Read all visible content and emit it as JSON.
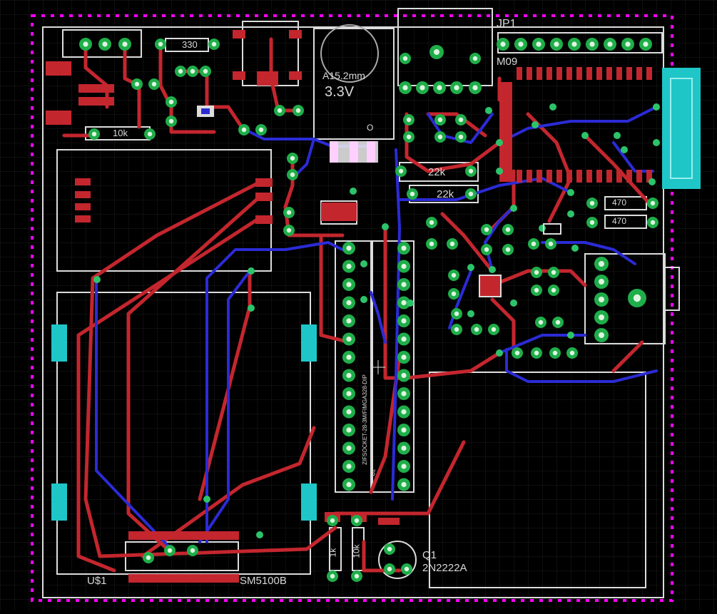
{
  "board": {
    "labels": {
      "jp1": "JP1",
      "m09": "M09",
      "a15": "A15.2mm",
      "reg_voltage": "3.3V",
      "reg_o": "O",
      "u1": "U$1",
      "sm5100b": "SM5100B",
      "q1": "Q1",
      "q1_part": "2N2222A",
      "r_330": "330",
      "r_10k_top": "10k",
      "r_22k_a": "22k",
      "r_22k_b": "22k",
      "r_470_a": "470",
      "r_470_b": "470",
      "r_1k": "1k",
      "r_10k_bottom": "10k",
      "socket": "ZIFSOCKET-28-3M/FIMGA328-DIP",
      "u2": "U2"
    },
    "colors": {
      "background": "#000000",
      "grid": "#1c1c1c",
      "outline": "#ff00ff",
      "silkscreen": "#e6e6e6",
      "top_copper": "#c4262e",
      "bottom_copper": "#2b2bd6",
      "pad": "#1fae4a",
      "via": "#2cc46a",
      "cyan_part": "#1fc6c8"
    }
  }
}
